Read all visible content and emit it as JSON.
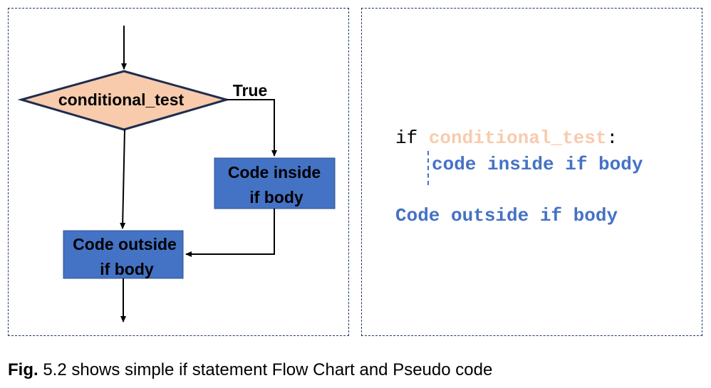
{
  "flowchart": {
    "decision_label": "conditional_test",
    "true_label": "True",
    "inside_box_line1": "Code inside",
    "inside_box_line2": "if body",
    "outside_box_line1": "Code outside",
    "outside_box_line2": "if body",
    "decision_fill": "#f8cbad",
    "box_fill": "#4472c4",
    "outline_color": "#1f2d4f"
  },
  "pseudocode": {
    "keyword": "if",
    "condition": "conditional_test",
    "colon": ":",
    "inside_line": "code inside if body",
    "outside_line": "Code outside if body"
  },
  "caption": {
    "prefix": "Fig.",
    "text": " 5.2 shows simple if statement Flow Chart and Pseudo code"
  }
}
